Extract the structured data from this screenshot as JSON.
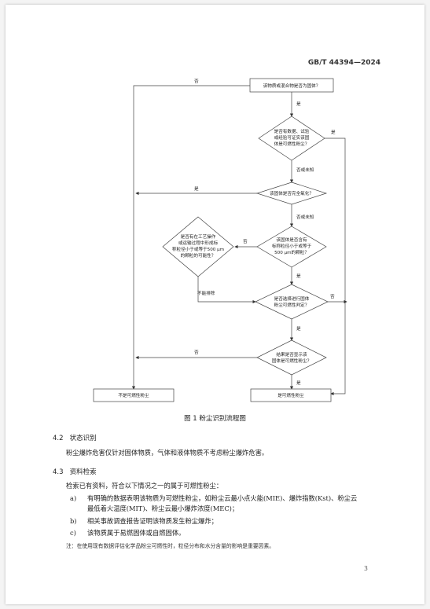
{
  "header": {
    "standard_no": "GB/T 44394—2024"
  },
  "flowchart": {
    "q1": "该物质或混合物是否为固体？",
    "q2": [
      "是否有数据、试验",
      "或经验可证实该固",
      "体是可燃性粉尘？"
    ],
    "q3": "该固体是否完全氧化？",
    "q4": [
      "该固体是否含有",
      "标称粒径小于或等于",
      "500 μm的颗粒？"
    ],
    "q5": [
      "是否有在工艺操作",
      "或运输过程中形成标",
      "称粒径小于或等于500 μm",
      "的颗粒的可能性？"
    ],
    "q6": [
      "是否选择进行固体",
      "粉尘可燃性判定？"
    ],
    "q7": [
      "结果是否显示该",
      "固体是可燃性粉尘？"
    ],
    "end_not": "不是可燃性粉尘",
    "end_is": "是可燃性粉尘",
    "lbl_yes": "是",
    "lbl_no": "否",
    "lbl_no_unknown": "否或未知",
    "lbl_cannot_exclude": "不能排除"
  },
  "figure_caption": "图 1   粉尘识别流程图",
  "sections": [
    {
      "number": "4.2",
      "title": "状态识别",
      "text": "粉尘爆炸危害仅针对固体物质，气体和液体物质不考虑粉尘爆炸危害。"
    },
    {
      "number": "4.3",
      "title": "资料检索",
      "text": "检索已有资料，符合以下情况之一的属于可燃性粉尘："
    }
  ],
  "list": [
    {
      "letter": "a)",
      "line1": "有明确的数据表明该物质为可燃性粉尘，如粉尘云最小点火能(MIE)、爆炸指数(Kst)、粉尘云",
      "line2": "最低着火温度(MIT)、粉尘云最小爆炸浓度(MEC)；"
    },
    {
      "letter": "b)",
      "line1": "相关事故调查报告证明该物质发生粉尘爆炸；"
    },
    {
      "letter": "c)",
      "line1": "该物质属于易燃固体或自燃固体。"
    }
  ],
  "note": "注：在使用现有数据评估化学品粉尘可燃性时，粒径分布和水分含量的影响是重要因素。",
  "page_number": "3"
}
